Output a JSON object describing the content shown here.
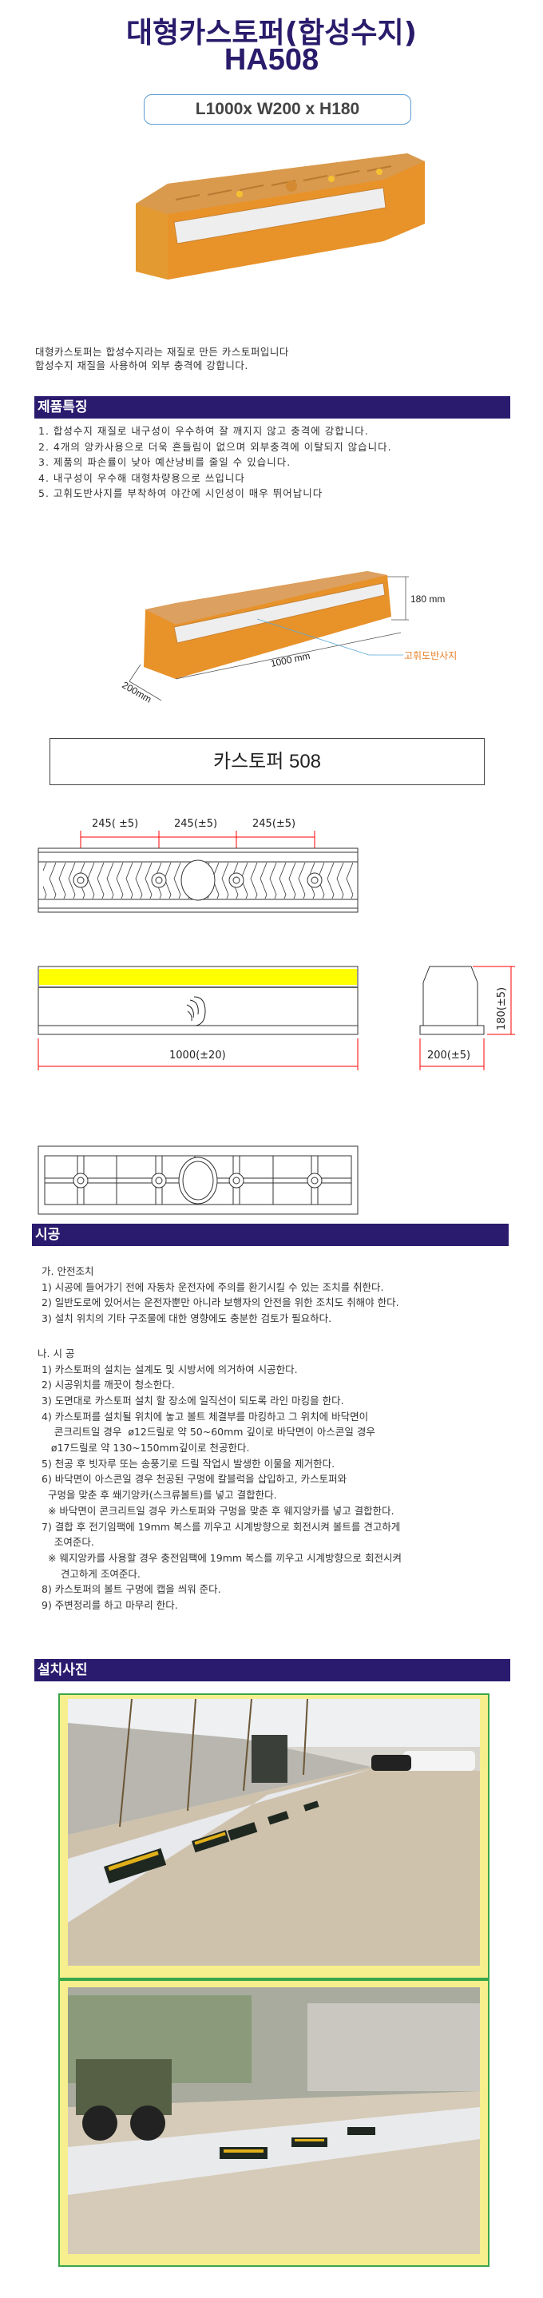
{
  "header": {
    "title": "대형카스토퍼(합성수지)",
    "model": "HA508",
    "dimensions": "L1000x W200 x H180"
  },
  "description": [
    "대형카스토퍼는 합성수지라는 재질로 만든 카스토퍼입니다",
    "합성수지 재질을 사용하여 외부 충격에 강합니다."
  ],
  "features": {
    "title": "제품특징",
    "items": [
      "1. 합성수지 재질로 내구성이 우수하여 잘 깨지지 않고 충격에 강합니다.",
      "2. 4개의 앙카사용으로 더욱 흔들림이 없으며 외부충격에 이탈되지 않습니다.",
      "3. 제품의 파손률이 낮아 예산낭비를 줄일 수 있습니다.",
      "4. 내구성이 우수해 대형차량용으로 쓰입니다",
      "5. 고휘도반사지를 부착하여 야간에 시인성이 매우 뛰어납니다"
    ]
  },
  "figure3d": {
    "height_label": "180 mm",
    "length_label": "1000 mm",
    "width_label": "200mm",
    "reflector_label": "고휘도반사지"
  },
  "drawing": {
    "model_title": "카스토퍼 508",
    "spacing_labels": [
      "245( ±5)",
      "245(±5)",
      "245(±5)"
    ],
    "length_label": "1000(±20)",
    "width_label": "200(±5)",
    "height_label": "180(±5)"
  },
  "construction": {
    "title": "시공",
    "safety_title": "가. 안전조치",
    "safety_items": [
      "1) 시공에 들어가기 전에 자동차 운전자에 주의를 환기시킬 수 있는 조치를 취한다.",
      "2) 일반도로에 있어서는 운전자뿐만 아니라 보행자의 안전을 위한 조치도 취해야 한다.",
      "3) 설치 위치의 기타 구조물에 대한 영향에도 충분한 검토가 필요하다."
    ],
    "work_title": "나. 시   공",
    "work_items": [
      "1) 카스토퍼의 설치는 설계도 및 시방서에 의거하여 시공한다.",
      "2) 시공위치를 깨끗이 청소한다.",
      "3) 도면대로 카스토퍼 설치 할 장소에 일직선이 되도록 라인 마킹을 한다.",
      "4) 카스토퍼를 설치될 위치에 놓고 볼트 체결부를 마킹하고 그 위치에 바닥면이",
      "    콘크리트일 경우  ø12드릴로 약 50~60mm 깊이로 바닥면이 아스콘일 경우",
      "   ø17드릴로 약 130~150mm깊이로 천공한다.",
      "5) 천공 후 빗자루 또는 송풍기로 드릴 작업시 발생한 이물을 제거한다.",
      "6) 바닥면이 아스콘일 경우 천공된 구멍에 칼블럭을 삽입하고, 카스토퍼와",
      "  구멍을 맞춘 후 쐐기앙카(스크류볼트)를 넣고 결합한다.",
      "  ※ 바닥면이 콘크리트일 경우 카스토퍼와 구멍을 맞춘 후 웨지앙카를 넣고 결합한다.",
      "7) 결합 후 전기임팩에 19mm 복스를 끼우고 시계방향으로 회전시켜 볼트를 견고하게",
      "    조여준다.",
      "  ※ 웨지앙카를 사용할 경우 충전임팩에 19mm 복스를 끼우고 시계방향으로 회전시켜",
      "      견고하게 조여준다.",
      "8) 카스토퍼의 볼트 구멍에 캡을 씌워 준다.",
      "9) 주변정리를 하고 마무리 한다."
    ]
  },
  "photos": {
    "title": "설치사진"
  },
  "colors": {
    "title": "#2a1b6b",
    "section_header": "#2a1b6e",
    "product": "#e0902a",
    "reflector_yellow": "#ffff00",
    "dimension_red": "#ff0000",
    "photo_frame": "#3aa64a",
    "photo_bg": "#f7ef8e"
  }
}
